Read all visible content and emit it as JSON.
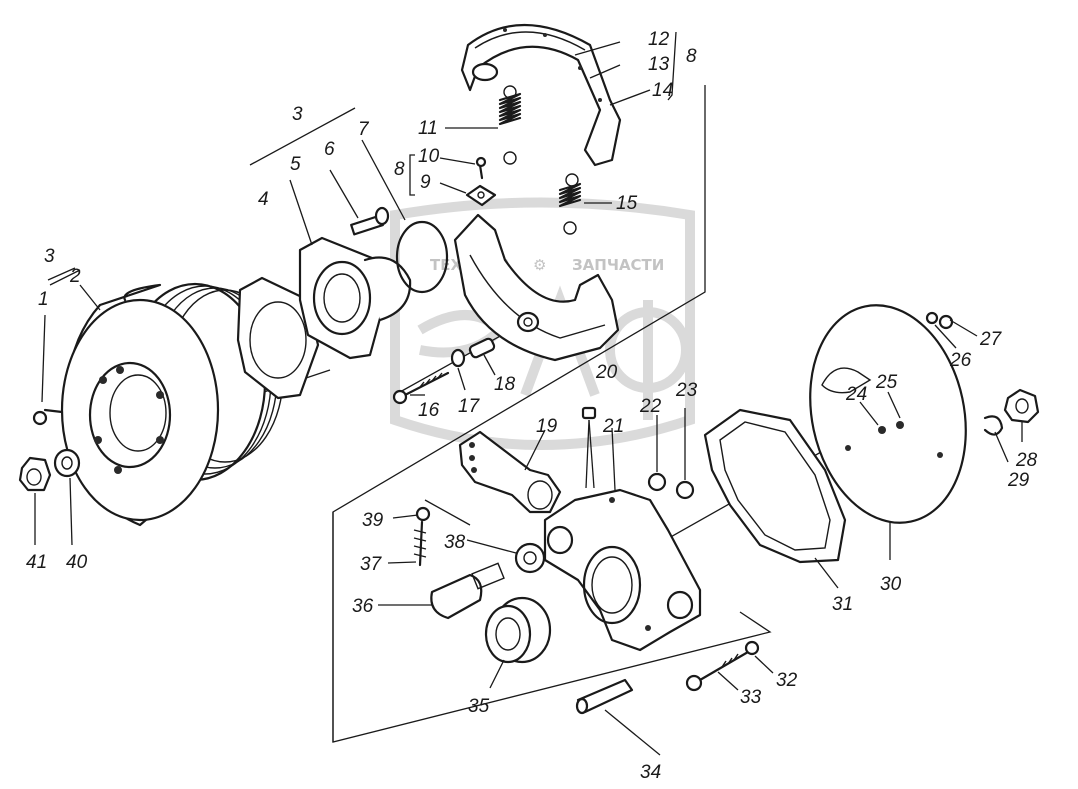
{
  "watermark": {
    "left_text": "ТЕХНИКА",
    "right_text": "ЗАПЧАСТИ",
    "logo_letters": "ЭЛФ"
  },
  "labels": {
    "n1": "1",
    "n2": "2",
    "n3a": "3",
    "n3b": "3",
    "n4": "4",
    "n5": "5",
    "n6": "6",
    "n7": "7",
    "n8a": "8",
    "n8b": "8",
    "n9": "9",
    "n10": "10",
    "n11": "11",
    "n12": "12",
    "n13": "13",
    "n14": "14",
    "n15": "15",
    "n16": "16",
    "n17": "17",
    "n18": "18",
    "n19": "19",
    "n20": "20",
    "n21": "21",
    "n22": "22",
    "n23": "23",
    "n24": "24",
    "n25": "25",
    "n26": "26",
    "n27": "27",
    "n28": "28",
    "n29": "29",
    "n30": "30",
    "n31": "31",
    "n32": "32",
    "n33": "33",
    "n34": "34",
    "n35": "35",
    "n36": "36",
    "n37": "37",
    "n38": "38",
    "n39": "39",
    "n40": "40",
    "n41": "41"
  }
}
